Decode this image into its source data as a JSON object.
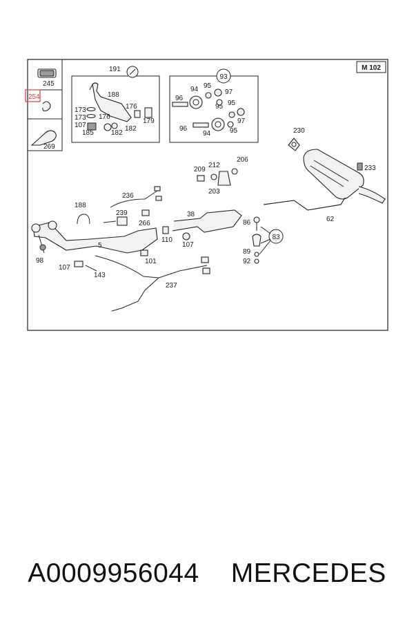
{
  "diagram": {
    "model_label": "M 102",
    "highlighted_label": "254",
    "callouts": {
      "c245": "245",
      "c254": "254",
      "c269": "269",
      "c191": "191",
      "c188a": "188",
      "c176a": "176",
      "c173a": "173",
      "c173b": "173",
      "c176b": "176",
      "c107a": "107",
      "c185": "185",
      "c182a": "182",
      "c182b": "182",
      "c179": "179",
      "c93": "93",
      "c94a": "94",
      "c95a": "95",
      "c97a": "97",
      "c96a": "96",
      "c95b": "95",
      "c95c": "95",
      "c96b": "96",
      "c97b": "97",
      "c94b": "94",
      "c95d": "95",
      "c230": "230",
      "c233": "233",
      "c62": "62",
      "c206": "206",
      "c212": "212",
      "c209": "209",
      "c203": "203",
      "c236": "236",
      "c188b": "188",
      "c239": "239",
      "c266": "266",
      "c38": "38",
      "c110": "110",
      "c107b": "107",
      "c5": "5",
      "c101": "101",
      "c98": "98",
      "c107c": "107",
      "c143": "143",
      "c237": "237",
      "c86": "86",
      "c83": "83",
      "c89": "89",
      "c92": "92"
    }
  },
  "caption": {
    "part_number": "A0009956044",
    "brand": "MERCEDES"
  },
  "colors": {
    "highlight": "#e23b3b",
    "line": "#222222"
  }
}
